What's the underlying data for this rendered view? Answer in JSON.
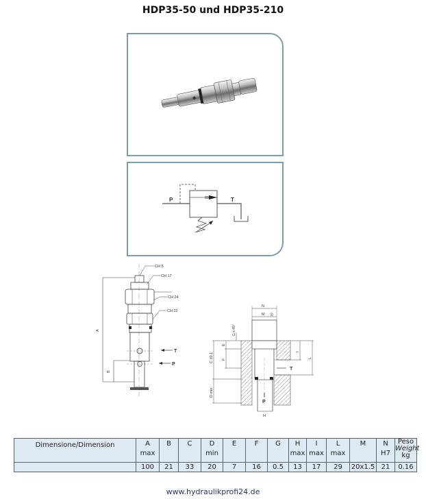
{
  "title": "HDP35-50 und HDP35-210",
  "photo_panel": {
    "alt": "HDP35 pressure relief valve cartridge photo"
  },
  "symbol_panel": {
    "labels": {
      "p": "P",
      "t": "T"
    }
  },
  "valve_drawing": {
    "labels": {
      "ch5": "CH 5",
      "ch17": "CH 17",
      "ch24": "CH 24",
      "ch22": "CH 22",
      "a": "A",
      "b": "B",
      "t": "T",
      "p": "P"
    }
  },
  "cavity_drawing": {
    "labels": {
      "n": "N",
      "m": "M",
      "angle": "15°",
      "g": "G x 45°",
      "e": "E",
      "c": "C ±0.1",
      "f": "F",
      "d": "D min",
      "i": "I",
      "l": "L",
      "t": "T",
      "p": "P",
      "h": "H"
    }
  },
  "table": {
    "header_label": "Dimensione/Dimension",
    "columns": [
      {
        "key": "A",
        "sub": "max"
      },
      {
        "key": "B",
        "sub": ""
      },
      {
        "key": "C",
        "sub": ""
      },
      {
        "key": "D",
        "sub": "min"
      },
      {
        "key": "E",
        "sub": ""
      },
      {
        "key": "F",
        "sub": ""
      },
      {
        "key": "G",
        "sub": ""
      },
      {
        "key": "H",
        "sub": "max"
      },
      {
        "key": "I",
        "sub": "max"
      },
      {
        "key": "L",
        "sub": "max"
      },
      {
        "key": "M",
        "sub": ""
      },
      {
        "key": "N",
        "sub": "H7"
      },
      {
        "key": "Peso",
        "key2": "Weight",
        "sub": "kg"
      }
    ],
    "values": [
      "100",
      "21",
      "33",
      "20",
      "7",
      "16",
      "0.5",
      "13",
      "17",
      "29",
      "20x1.5",
      "21",
      "0.16"
    ]
  },
  "footer": {
    "url": "www.hydraulikprofi24.de"
  },
  "colors": {
    "panel_border": "#7b9cad",
    "table_fill": "#dde9f3",
    "table_border": "#55656f",
    "footer_text": "#2a2f6e"
  }
}
